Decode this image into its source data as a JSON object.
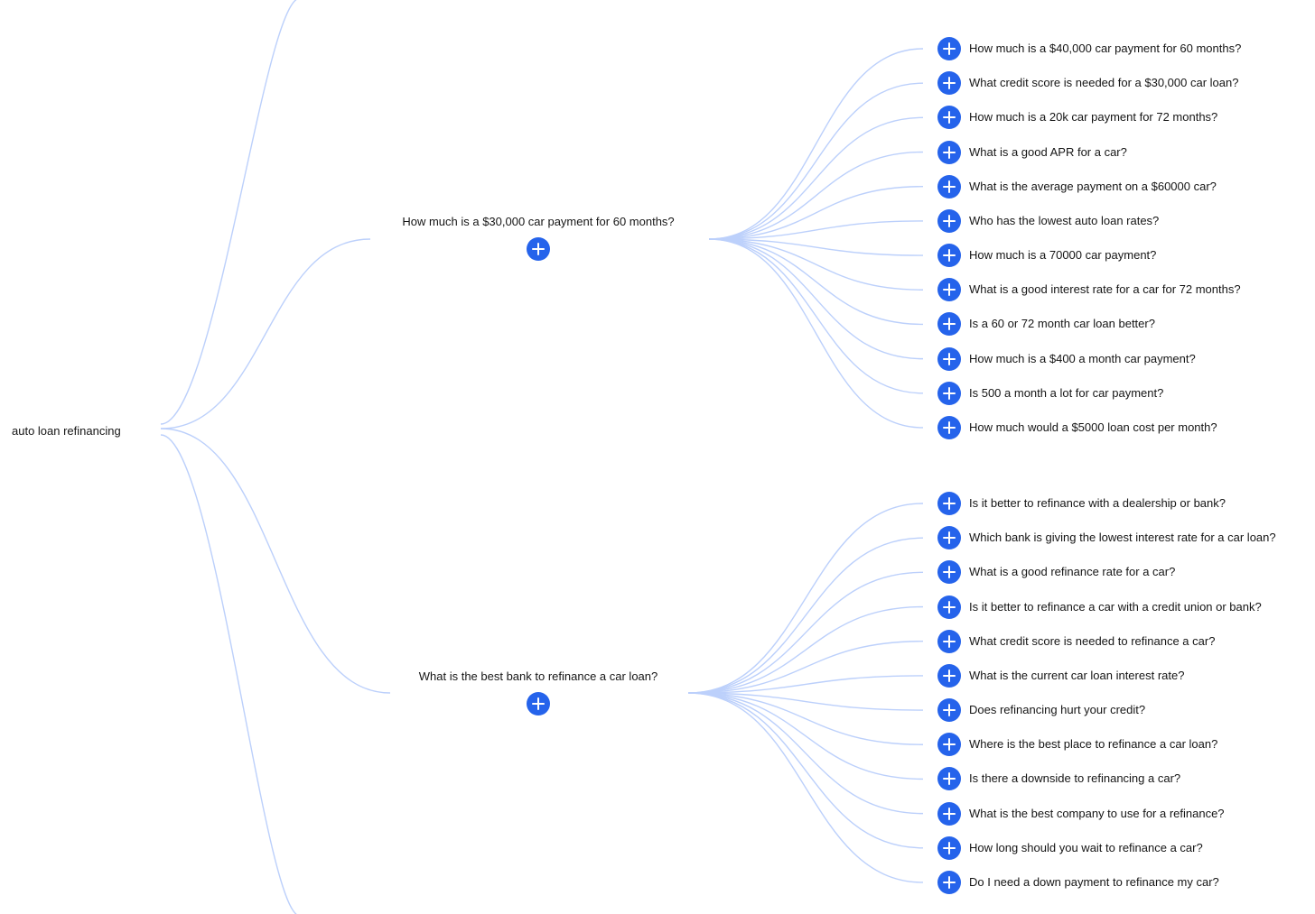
{
  "root": {
    "label": "auto loan refinancing"
  },
  "branches": [
    {
      "label": "How much is a $30,000 car payment for 60 months?",
      "children": [
        "How much is a $40,000 car payment for 60 months?",
        "What credit score is needed for a $30,000 car loan?",
        "How much is a 20k car payment for 72 months?",
        "What is a good APR for a car?",
        "What is the average payment on a $60000 car?",
        "Who has the lowest auto loan rates?",
        "How much is a 70000 car payment?",
        "What is a good interest rate for a car for 72 months?",
        "Is a 60 or 72 month car loan better?",
        "How much is a $400 a month car payment?",
        "Is 500 a month a lot for car payment?",
        "How much would a $5000 loan cost per month?"
      ]
    },
    {
      "label": "What is the best bank to refinance a car loan?",
      "children": [
        "Is it better to refinance with a dealership or bank?",
        "Which bank is giving the lowest interest rate for a car loan?",
        "What is a good refinance rate for a car?",
        "Is it better to refinance a car with a credit union or bank?",
        "What credit score is needed to refinance a car?",
        "What is the current car loan interest rate?",
        "Does refinancing hurt your credit?",
        "Where is the best place to refinance a car loan?",
        "Is there a downside to refinancing a car?",
        "What is the best company to use for a refinance?",
        "How long should you wait to refinance a car?",
        "Do I need a down payment to refinance my car?"
      ]
    }
  ],
  "colors": {
    "edge": "#bcd0fb",
    "button": "#2563eb",
    "text": "#151515"
  },
  "icons": {
    "expand": "plus-circle-icon"
  }
}
